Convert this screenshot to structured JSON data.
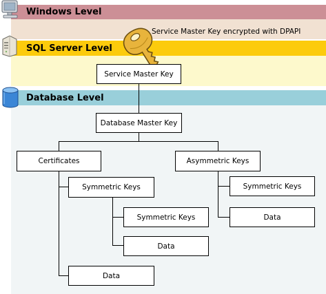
{
  "levels": {
    "windows": "Windows Level",
    "sql_server": "SQL Server Level",
    "database": "Database Level"
  },
  "annotation": "Service Master Key encrypted with DPAPI",
  "nodes": {
    "service_master_key": "Service Master Key",
    "database_master_key": "Database Master Key",
    "certificates": "Certificates",
    "asymmetric_keys": "Asymmetric Keys",
    "cert_symmetric_keys": "Symmetric Keys",
    "cert_sym_symmetric_keys": "Symmetric Keys",
    "cert_sym_data": "Data",
    "cert_data": "Data",
    "asym_symmetric_keys": "Symmetric Keys",
    "asym_data": "Data"
  },
  "colors": {
    "windows_header": "#cc8f96",
    "windows_body": "#f1e1d2",
    "sql_header": "#fccb0c",
    "sql_body": "#fdf9cc",
    "db_header": "#99cfda",
    "db_body": "#f1f5f6",
    "key_gold": "#e8b43c"
  },
  "icons": {
    "windows": "computer-monitor-icon",
    "sql_server": "server-tower-icon",
    "database": "database-cylinder-icon",
    "key": "key-icon"
  }
}
